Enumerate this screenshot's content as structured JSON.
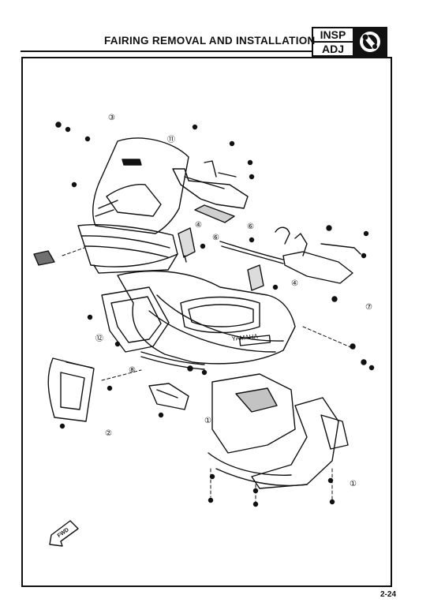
{
  "header": {
    "title": "FAIRING REMOVAL AND INSTALLATION",
    "badge_top": "INSP",
    "badge_bottom": "ADJ",
    "badge_icon": "wrench-icon"
  },
  "diagram": {
    "callouts": {
      "c1a": "①",
      "c1b": "①",
      "c2": "②",
      "c3": "③",
      "c4a": "④",
      "c4b": "④",
      "c6a": "⑥",
      "c6b": "⑥",
      "c7": "⑦",
      "c8": "⑧",
      "c11": "⑪",
      "c12": "⑫"
    },
    "fwd_label": "FWD",
    "brand_label": "YAMAHA"
  },
  "footer": {
    "page_number": "2-24"
  }
}
